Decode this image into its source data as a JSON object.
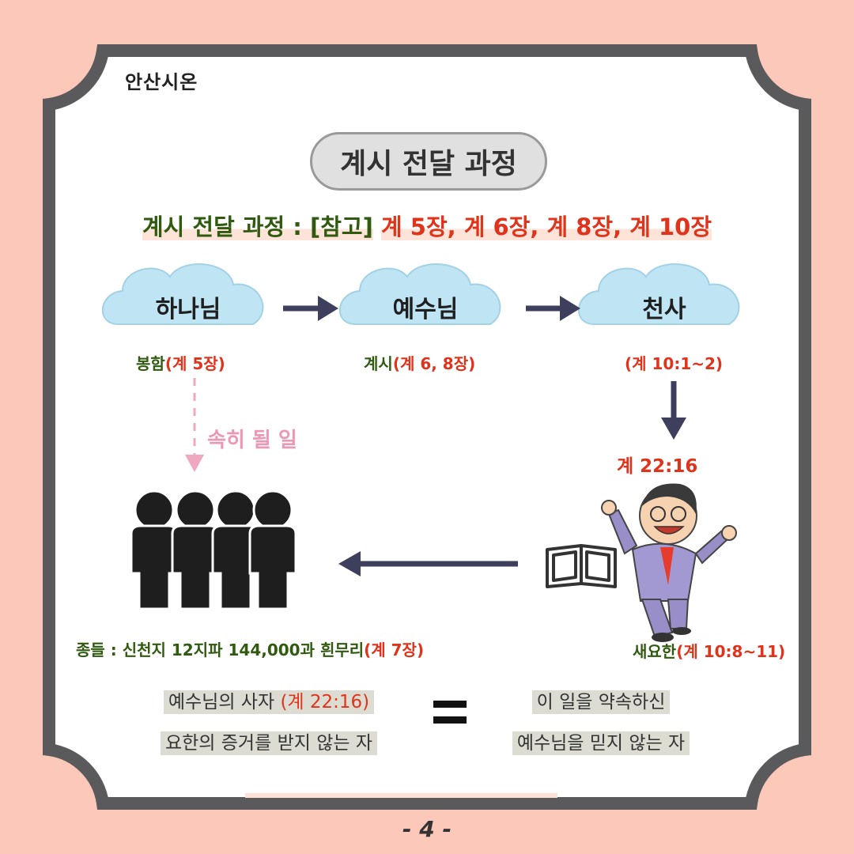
{
  "header": {
    "brand": "안산시온"
  },
  "title": "계시 전달 과정",
  "subtitle": {
    "label": "계시 전달 과정 : [참고]",
    "references": "계 5장, 계 6장, 계 8장, 계 10장"
  },
  "nodes": {
    "god": {
      "label": "하나님",
      "caption_main": "봉함",
      "caption_ref": "(계 5장)"
    },
    "jesus": {
      "label": "예수님",
      "caption_main": "계시",
      "caption_ref": "(계 6, 8장)"
    },
    "angel": {
      "label": "천사",
      "caption_ref": "(계 10:1~2)"
    }
  },
  "dashed_label": "속히 될 일",
  "rev_ref": "계 22:16",
  "servants": {
    "caption_main": "종들 : 신천지 12지파 144,000과 흰무리",
    "caption_ref": "(계 7장)"
  },
  "john": {
    "caption_main": "새요한",
    "caption_ref": "(계 10:8~11)"
  },
  "comparison": {
    "left_line1_main": "예수님의 사자 ",
    "left_line1_ref": "(계 22:16)",
    "left_line2": "요한의 증거를 받지 않는 자",
    "right_line1": "이 일을 약속하신",
    "right_line2": "예수님을 믿지 않는 자",
    "equals": "="
  },
  "page_number": "- 4 -",
  "colors": {
    "background": "#fcc8b9",
    "frame": "#5a5a5c",
    "cloud": "#bfe4f3",
    "arrow": "#3e3f5c",
    "green_text": "#2f5a10",
    "red_text": "#e0331b",
    "dashed": "#f0a7c0"
  }
}
